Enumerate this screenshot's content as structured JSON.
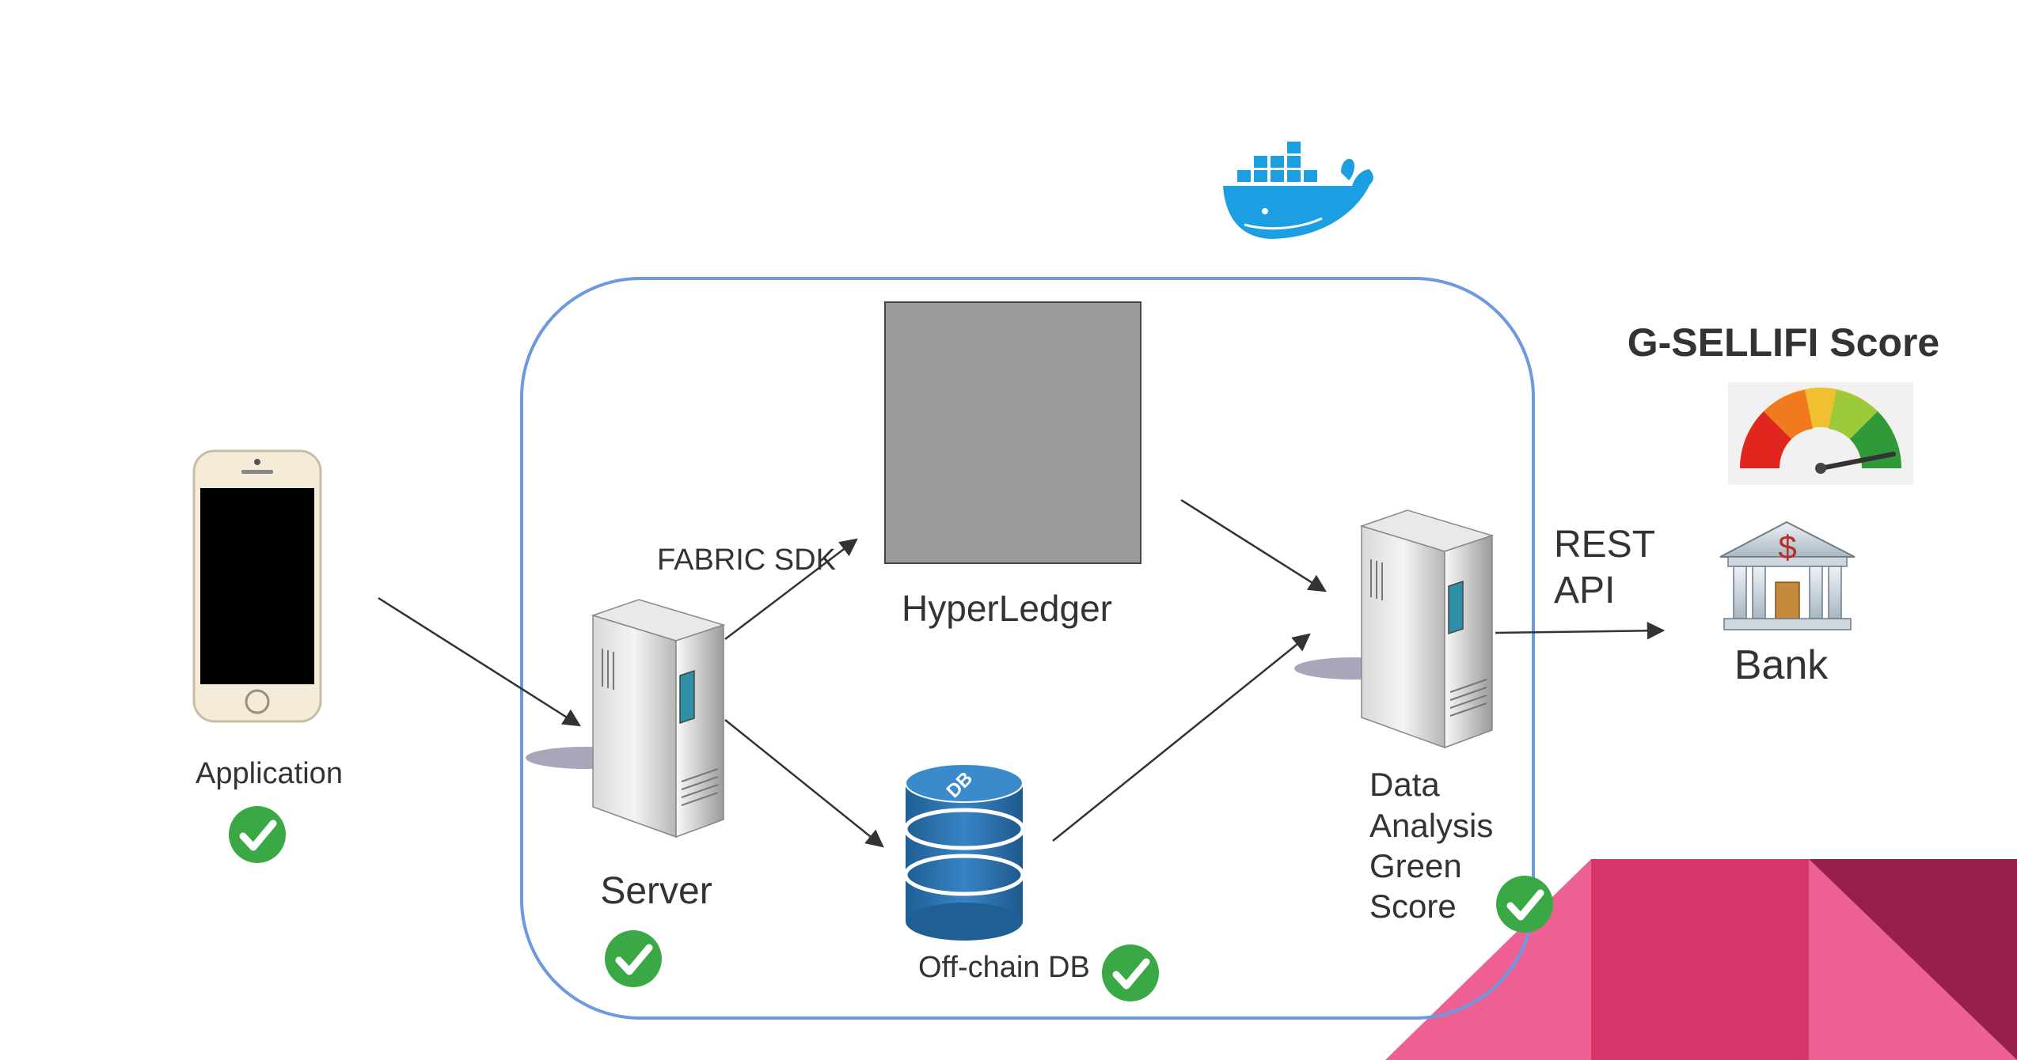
{
  "diagram": {
    "application_label": "Application",
    "server_label": "Server",
    "hyperledger_label": "HyperLedger",
    "fabric_sdk_label": "FABRIC SDK",
    "offchain_db_label": "Off-chain DB",
    "db_icon_text": "DB",
    "data_analysis_label": [
      "Data",
      "Analysis",
      "Green",
      "Score"
    ],
    "rest_api_label": [
      "REST",
      "API"
    ],
    "bank_label": "Bank",
    "bank_icon_symbol": "$",
    "score_title": "G-SELLIFI Score"
  },
  "icons": {
    "container_logo": "docker-whale-icon",
    "check": "check-circle-icon",
    "phone": "smartphone-icon",
    "server": "server-tower-icon",
    "database": "database-icon",
    "bank": "bank-icon",
    "gauge": "gauge-icon"
  },
  "colors": {
    "container_border": "#6c99e0",
    "check_green": "#3aa845",
    "docker_blue": "#1b9ee2",
    "db_blue": "#2d73ad",
    "hyperledger_box": "#9a9a9a",
    "accent_pink": "#ee5f93",
    "accent_magenta": "#d53568",
    "accent_maroon": "#96204b"
  }
}
